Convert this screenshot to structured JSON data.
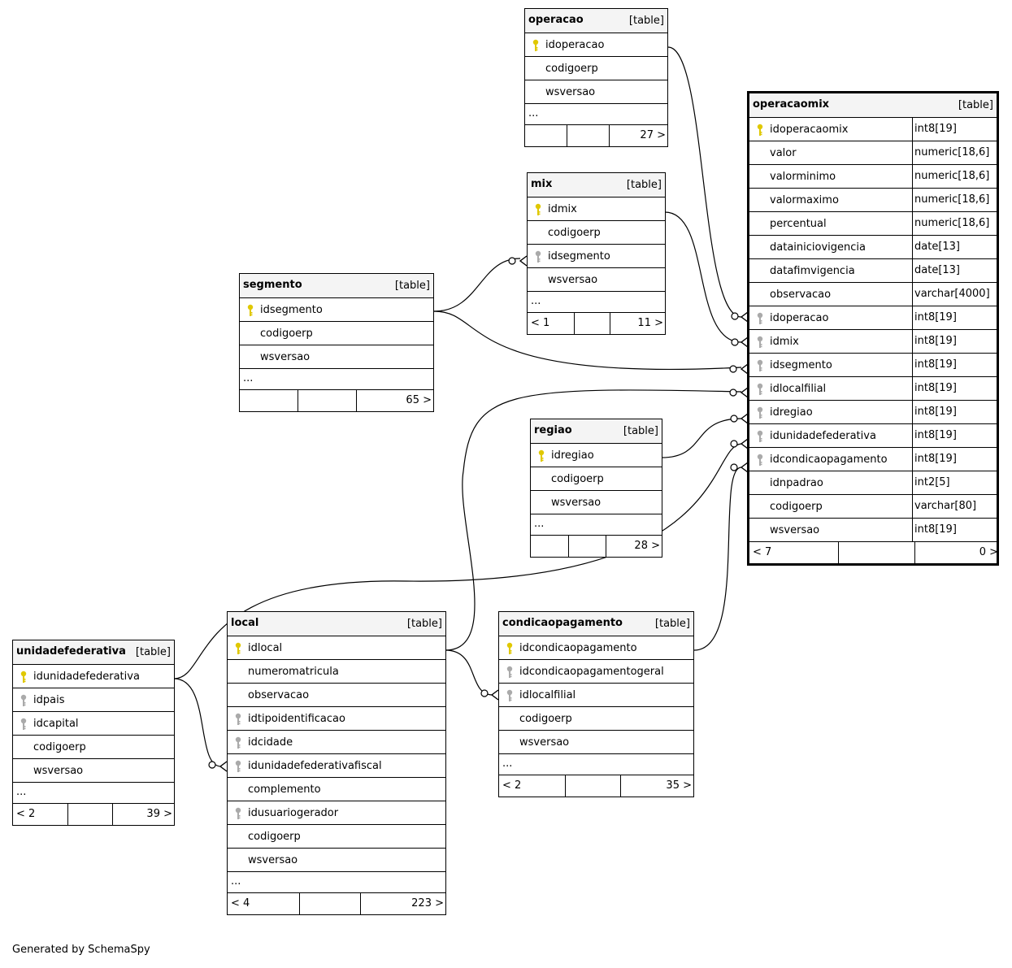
{
  "colors": {
    "pk_key": "#e0c800",
    "fk_key": "#aaaaaa",
    "header_bg": "#f4f4f4",
    "border": "#000000"
  },
  "tables": [
    {
      "id": "operacao",
      "name": "operacao",
      "type": "[table]",
      "main": false,
      "columns": [
        {
          "name": "idoperacao",
          "key": "pk"
        },
        {
          "name": "codigoerp",
          "key": ""
        },
        {
          "name": "wsversao",
          "key": ""
        }
      ],
      "ellipsis": "...",
      "footer": [
        "",
        "",
        "27 >"
      ]
    },
    {
      "id": "mix",
      "name": "mix",
      "type": "[table]",
      "main": false,
      "columns": [
        {
          "name": "idmix",
          "key": "pk"
        },
        {
          "name": "codigoerp",
          "key": ""
        },
        {
          "name": "idsegmento",
          "key": "fk"
        },
        {
          "name": "wsversao",
          "key": ""
        }
      ],
      "ellipsis": "...",
      "footer": [
        "< 1",
        "",
        "11 >"
      ]
    },
    {
      "id": "segmento",
      "name": "segmento",
      "type": "[table]",
      "main": false,
      "columns": [
        {
          "name": "idsegmento",
          "key": "pk"
        },
        {
          "name": "codigoerp",
          "key": ""
        },
        {
          "name": "wsversao",
          "key": ""
        }
      ],
      "ellipsis": "...",
      "footer": [
        "",
        "",
        "65 >"
      ]
    },
    {
      "id": "regiao",
      "name": "regiao",
      "type": "[table]",
      "main": false,
      "columns": [
        {
          "name": "idregiao",
          "key": "pk"
        },
        {
          "name": "codigoerp",
          "key": ""
        },
        {
          "name": "wsversao",
          "key": ""
        }
      ],
      "ellipsis": "...",
      "footer": [
        "",
        "",
        "28 >"
      ]
    },
    {
      "id": "operacaomix",
      "name": "operacaomix",
      "type": "[table]",
      "main": true,
      "columns": [
        {
          "name": "idoperacaomix",
          "key": "pk",
          "type": "int8[19]"
        },
        {
          "name": "valor",
          "key": "",
          "type": "numeric[18,6]"
        },
        {
          "name": "valorminimo",
          "key": "",
          "type": "numeric[18,6]"
        },
        {
          "name": "valormaximo",
          "key": "",
          "type": "numeric[18,6]"
        },
        {
          "name": "percentual",
          "key": "",
          "type": "numeric[18,6]"
        },
        {
          "name": "datainiciovigencia",
          "key": "",
          "type": "date[13]"
        },
        {
          "name": "datafimvigencia",
          "key": "",
          "type": "date[13]"
        },
        {
          "name": "observacao",
          "key": "",
          "type": "varchar[4000]"
        },
        {
          "name": "idoperacao",
          "key": "fk",
          "type": "int8[19]"
        },
        {
          "name": "idmix",
          "key": "fk",
          "type": "int8[19]"
        },
        {
          "name": "idsegmento",
          "key": "fk",
          "type": "int8[19]"
        },
        {
          "name": "idlocalfilial",
          "key": "fk",
          "type": "int8[19]"
        },
        {
          "name": "idregiao",
          "key": "fk",
          "type": "int8[19]"
        },
        {
          "name": "idunidadefederativa",
          "key": "fk",
          "type": "int8[19]"
        },
        {
          "name": "idcondicaopagamento",
          "key": "fk",
          "type": "int8[19]"
        },
        {
          "name": "idnpadrao",
          "key": "",
          "type": "int2[5]"
        },
        {
          "name": "codigoerp",
          "key": "",
          "type": "varchar[80]"
        },
        {
          "name": "wsversao",
          "key": "",
          "type": "int8[19]"
        }
      ],
      "ellipsis": "",
      "footer": [
        "< 7",
        "",
        "0 >"
      ]
    },
    {
      "id": "unidadefederativa",
      "name": "unidadefederativa",
      "type": "[table]",
      "main": false,
      "columns": [
        {
          "name": "idunidadefederativa",
          "key": "pk"
        },
        {
          "name": "idpais",
          "key": "fk"
        },
        {
          "name": "idcapital",
          "key": "fk"
        },
        {
          "name": "codigoerp",
          "key": ""
        },
        {
          "name": "wsversao",
          "key": ""
        }
      ],
      "ellipsis": "...",
      "footer": [
        "< 2",
        "",
        "39 >"
      ]
    },
    {
      "id": "local",
      "name": "local",
      "type": "[table]",
      "main": false,
      "columns": [
        {
          "name": "idlocal",
          "key": "pk"
        },
        {
          "name": "numeromatricula",
          "key": ""
        },
        {
          "name": "observacao",
          "key": ""
        },
        {
          "name": "idtipoidentificacao",
          "key": "fk"
        },
        {
          "name": "idcidade",
          "key": "fk"
        },
        {
          "name": "idunidadefederativafiscal",
          "key": "fk"
        },
        {
          "name": "complemento",
          "key": ""
        },
        {
          "name": "idusuariogerador",
          "key": "fk"
        },
        {
          "name": "codigoerp",
          "key": ""
        },
        {
          "name": "wsversao",
          "key": ""
        }
      ],
      "ellipsis": "...",
      "footer": [
        "< 4",
        "",
        "223 >"
      ]
    },
    {
      "id": "condicaopagamento",
      "name": "condicaopagamento",
      "type": "[table]",
      "main": false,
      "columns": [
        {
          "name": "idcondicaopagamento",
          "key": "pk"
        },
        {
          "name": "idcondicaopagamentogeral",
          "key": "fk"
        },
        {
          "name": "idlocalfilial",
          "key": "fk"
        },
        {
          "name": "codigoerp",
          "key": ""
        },
        {
          "name": "wsversao",
          "key": ""
        }
      ],
      "ellipsis": "...",
      "footer": [
        "< 2",
        "",
        "35 >"
      ]
    }
  ],
  "footer_text": "Generated by SchemaSpy"
}
